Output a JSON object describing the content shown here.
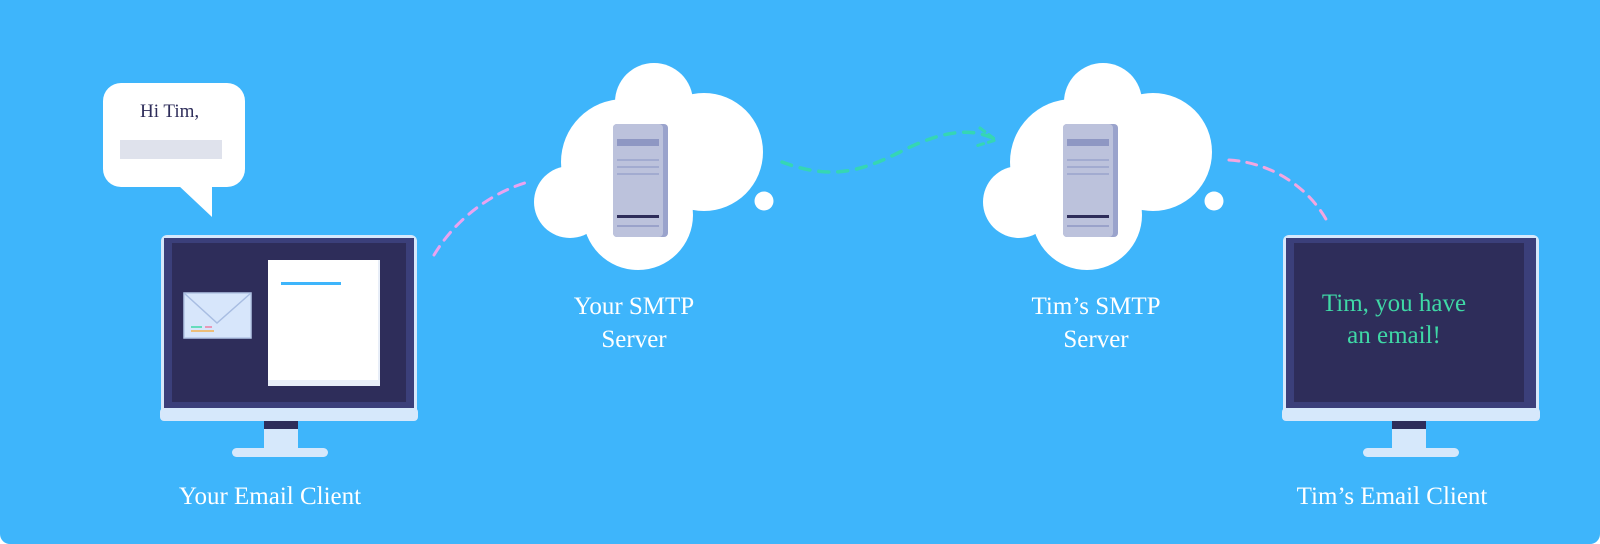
{
  "diagram": {
    "bubble_text": "Hi Tim,",
    "nodes": [
      {
        "id": "your-email-client",
        "label": "Your Email Client"
      },
      {
        "id": "your-smtp-server",
        "label": "Your SMTP\nServer"
      },
      {
        "id": "tims-smtp-server",
        "label": "Tim’s SMTP\nServer"
      },
      {
        "id": "tims-email-client",
        "label": "Tim’s Email Client"
      }
    ],
    "screen_message": "Tim, you have\nan email!",
    "colors": {
      "background": "#3eb5fb",
      "screen": "#2e2d5a",
      "monitor_frame": "#d6e8fb",
      "server": "#bcc2dc",
      "arrow_left": "#e9a3f0",
      "arrow_middle": "#35d6b4",
      "arrow_right": "#f3a6e0",
      "message_text": "#3fd8a6"
    }
  }
}
